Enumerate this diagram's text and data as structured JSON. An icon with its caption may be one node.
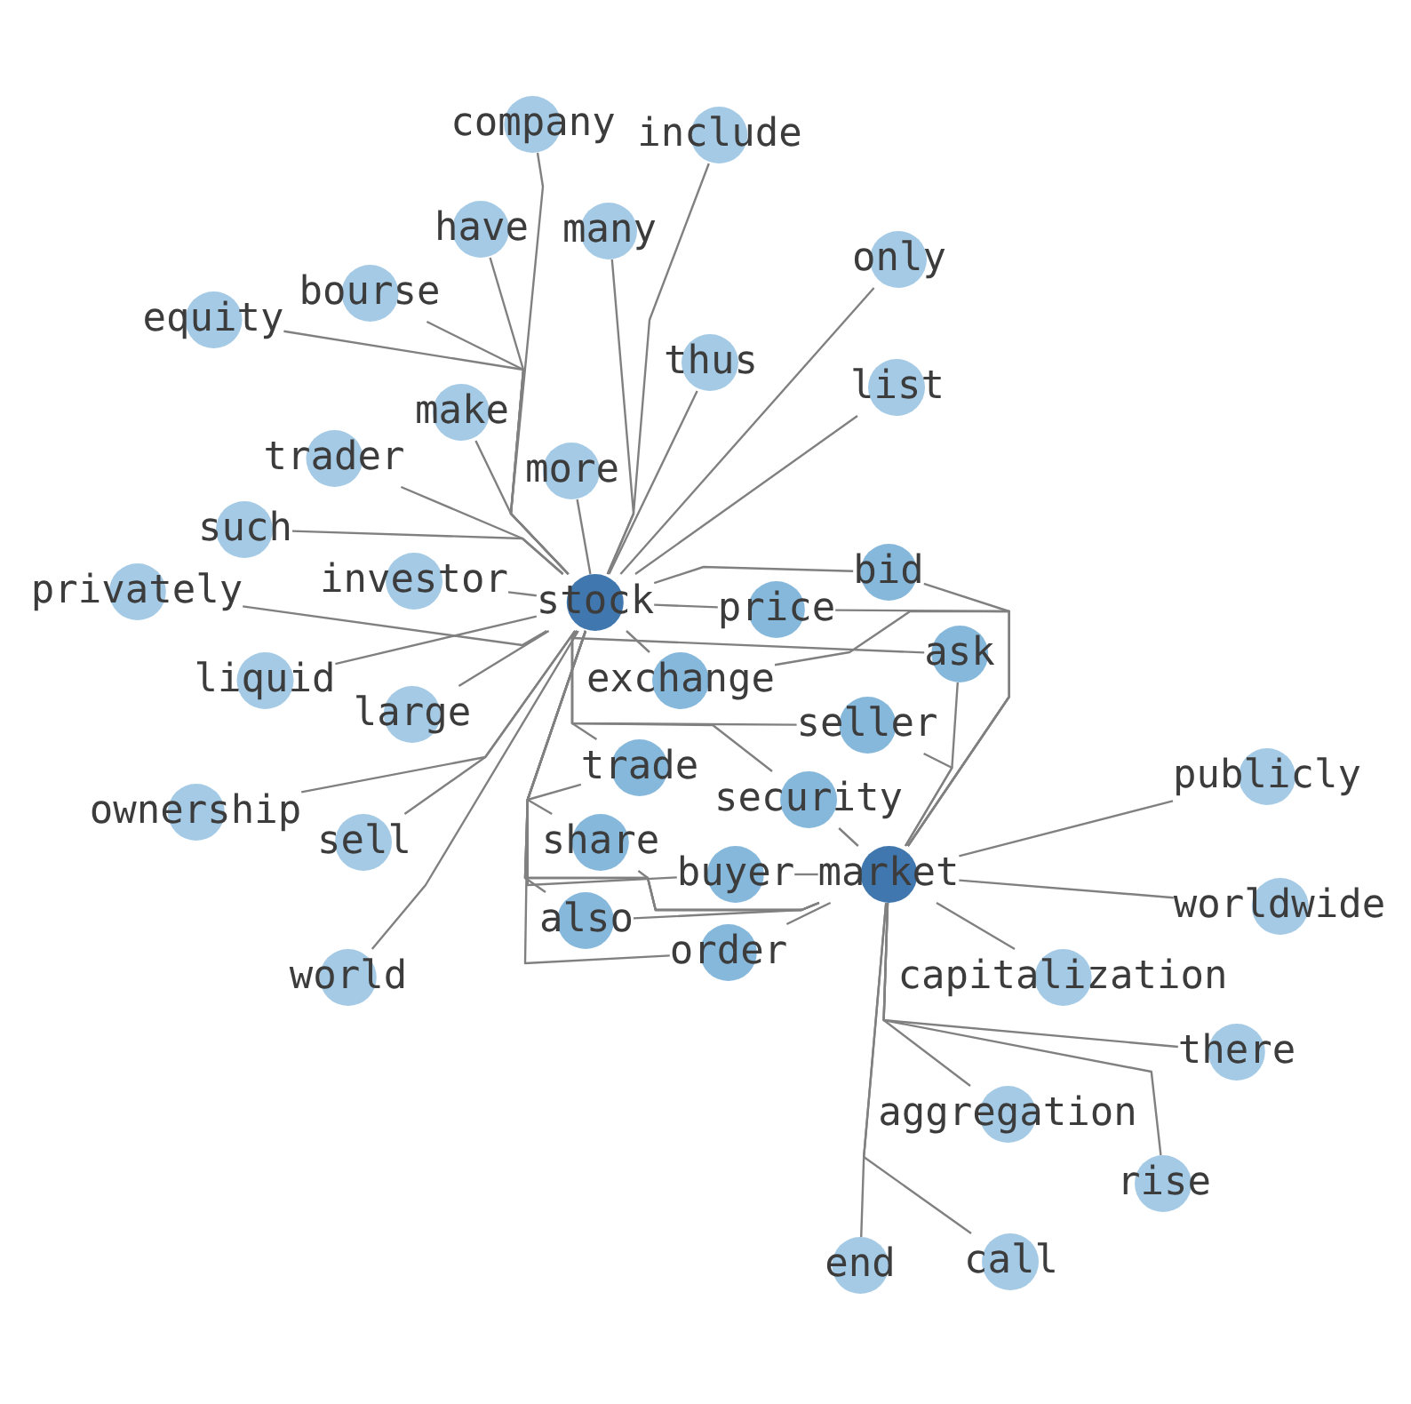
{
  "diagram": {
    "nodes": [
      {
        "text": [
          "include"
        ]
      },
      {
        "text": [
          "have"
        ]
      },
      {
        "text": [
          "many"
        ]
      },
      {
        "text": [
          "only"
        ]
      },
      {
        "text": [
          "bourse"
        ]
      },
      {
        "text": [
          "equity"
        ]
      },
      {
        "text": [
          "company"
        ]
      },
      {
        "text": [
          "thus"
        ]
      },
      {
        "text": [
          "list"
        ]
      },
      {
        "text": [
          "make"
        ]
      },
      {
        "text": [
          "trader"
        ]
      },
      {
        "text": [
          "more"
        ]
      },
      {
        "text": [
          "such"
        ]
      },
      {
        "text": [
          "investor"
        ]
      },
      {
        "text": [
          "bid"
        ]
      },
      {
        "text": [
          "privately"
        ]
      },
      {
        "text": [
          "stock"
        ]
      },
      {
        "text": [
          "price"
        ]
      },
      {
        "text": [
          "exchange"
        ]
      },
      {
        "text": [
          "ask"
        ]
      },
      {
        "text": [
          "liquid"
        ]
      },
      {
        "text": [
          "seller"
        ]
      },
      {
        "text": [
          "large"
        ]
      },
      {
        "text": [
          "trade"
        ]
      },
      {
        "text": [
          "security"
        ]
      },
      {
        "text": [
          "publicly"
        ]
      },
      {
        "text": [
          "share"
        ]
      },
      {
        "text": [
          "ownership"
        ]
      },
      {
        "text": [
          "sell"
        ]
      },
      {
        "text": [
          "buyer"
        ]
      },
      {
        "text": [
          "market"
        ]
      },
      {
        "text": [
          "also"
        ]
      },
      {
        "text": [
          "worldwide"
        ]
      },
      {
        "text": [
          "order"
        ]
      },
      {
        "text": [
          "capitalization"
        ]
      },
      {
        "text": [
          "world"
        ]
      },
      {
        "text": [
          "there"
        ]
      },
      {
        "text": [
          "aggregation"
        ]
      },
      {
        "text": [
          "rise"
        ]
      },
      {
        "text": [
          "call"
        ]
      },
      {
        "text": [
          "end"
        ]
      }
    ],
    "edges": [
      {
        "from": 16,
        "to": 0,
        "arrow": "none"
      },
      {
        "from": 16,
        "to": 1,
        "arrow": "none"
      },
      {
        "from": 16,
        "to": 2,
        "arrow": "none"
      },
      {
        "from": 16,
        "to": 3,
        "arrow": "none"
      },
      {
        "from": 16,
        "to": 4,
        "arrow": "none"
      },
      {
        "from": 16,
        "to": 5,
        "arrow": "none"
      },
      {
        "from": 16,
        "to": 6,
        "arrow": "none"
      },
      {
        "from": 16,
        "to": 7,
        "arrow": "none"
      },
      {
        "from": 16,
        "to": 8,
        "arrow": "none"
      },
      {
        "from": 16,
        "to": 9,
        "arrow": "none"
      },
      {
        "from": 16,
        "to": 10,
        "arrow": "none"
      },
      {
        "from": 16,
        "to": 11,
        "arrow": "none"
      },
      {
        "from": 16,
        "to": 12,
        "arrow": "none"
      },
      {
        "from": 16,
        "to": 13,
        "arrow": "none"
      },
      {
        "from": 16,
        "to": 14,
        "arrow": "none"
      },
      {
        "from": 16,
        "to": 15,
        "arrow": "none"
      },
      {
        "from": 16,
        "to": 17,
        "arrow": "none"
      },
      {
        "from": 16,
        "to": 18,
        "arrow": "none"
      },
      {
        "from": 16,
        "to": 19,
        "arrow": "none"
      },
      {
        "from": 16,
        "to": 20,
        "arrow": "none"
      },
      {
        "from": 16,
        "to": 21,
        "arrow": "none"
      },
      {
        "from": 16,
        "to": 22,
        "arrow": "none"
      },
      {
        "from": 16,
        "to": 23,
        "arrow": "none"
      },
      {
        "from": 16,
        "to": 24,
        "arrow": "none"
      },
      {
        "from": 16,
        "to": 26,
        "arrow": "none"
      },
      {
        "from": 16,
        "to": 27,
        "arrow": "none"
      },
      {
        "from": 16,
        "to": 28,
        "arrow": "none"
      },
      {
        "from": 16,
        "to": 29,
        "arrow": "none"
      },
      {
        "from": 16,
        "to": 30,
        "arrow": "none"
      },
      {
        "from": 16,
        "to": 31,
        "arrow": "none"
      },
      {
        "from": 16,
        "to": 33,
        "arrow": "none"
      },
      {
        "from": 16,
        "to": 35,
        "arrow": "none"
      },
      {
        "from": 30,
        "to": 14,
        "arrow": "none"
      },
      {
        "from": 30,
        "to": 17,
        "arrow": "none"
      },
      {
        "from": 30,
        "to": 18,
        "arrow": "none"
      },
      {
        "from": 30,
        "to": 19,
        "arrow": "none"
      },
      {
        "from": 30,
        "to": 21,
        "arrow": "none"
      },
      {
        "from": 30,
        "to": 23,
        "arrow": "none"
      },
      {
        "from": 30,
        "to": 24,
        "arrow": "none"
      },
      {
        "from": 30,
        "to": 25,
        "arrow": "none"
      },
      {
        "from": 30,
        "to": 26,
        "arrow": "none"
      },
      {
        "from": 30,
        "to": 29,
        "arrow": "none"
      },
      {
        "from": 30,
        "to": 31,
        "arrow": "none"
      },
      {
        "from": 30,
        "to": 32,
        "arrow": "none"
      },
      {
        "from": 30,
        "to": 33,
        "arrow": "none"
      },
      {
        "from": 30,
        "to": 34,
        "arrow": "none"
      },
      {
        "from": 30,
        "to": 36,
        "arrow": "none"
      },
      {
        "from": 30,
        "to": 37,
        "arrow": "none"
      },
      {
        "from": 30,
        "to": 38,
        "arrow": "none"
      },
      {
        "from": 30,
        "to": 39,
        "arrow": "none"
      },
      {
        "from": 30,
        "to": 40,
        "arrow": "none"
      }
    ]
  }
}
